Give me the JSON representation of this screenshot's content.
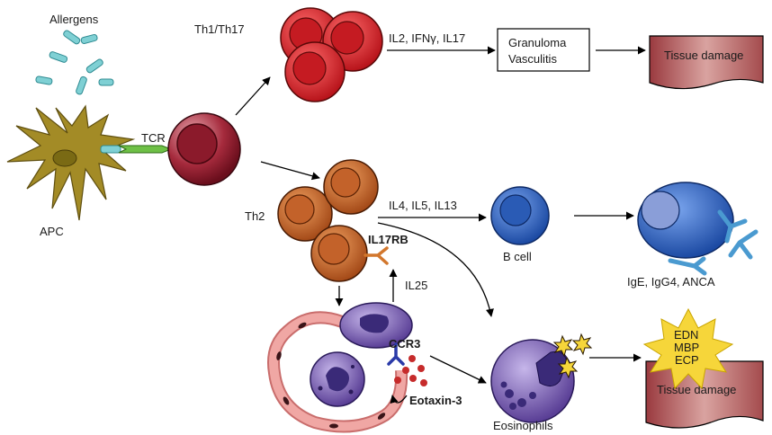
{
  "labels": {
    "allergens": "Allergens",
    "th1_th17": "Th1/Th17",
    "tcr": "TCR",
    "apc": "APC",
    "th2": "Th2",
    "cytokines_th1": "IL2, IFNγ, IL17",
    "granuloma_line1": "Granuloma",
    "granuloma_line2": "Vasculitis",
    "tissue_damage_top": "Tissue damage",
    "cytokines_th2": "IL4, IL5, IL13",
    "b_cell": "B cell",
    "il17rb": "IL17RB",
    "il25": "IL25",
    "antibodies": "IgE, IgG4, ANCA",
    "ccr3": "CCR3",
    "eotaxin3": "Eotaxin-3",
    "eosinophils": "Eosinophils",
    "granule_edn": "EDN",
    "granule_mbp": "MBP",
    "granule_ecp": "ECP",
    "tissue_damage_bottom": "Tissue damage"
  },
  "colors": {
    "apc": "#a38b26",
    "allergen": "#7fd0d4",
    "t_cell": "#8b1a2b",
    "th1": "#d52b2b",
    "th2": "#c3622a",
    "b_cell": "#2a5bb5",
    "eosinophil": "#6f55a8",
    "vessel": "#f0a7a4",
    "tissue": "#c87d7e",
    "burst": "#f6d63a",
    "receptor_antibody": "#4a9ad0",
    "il17rb_receptor": "#d2772d"
  }
}
